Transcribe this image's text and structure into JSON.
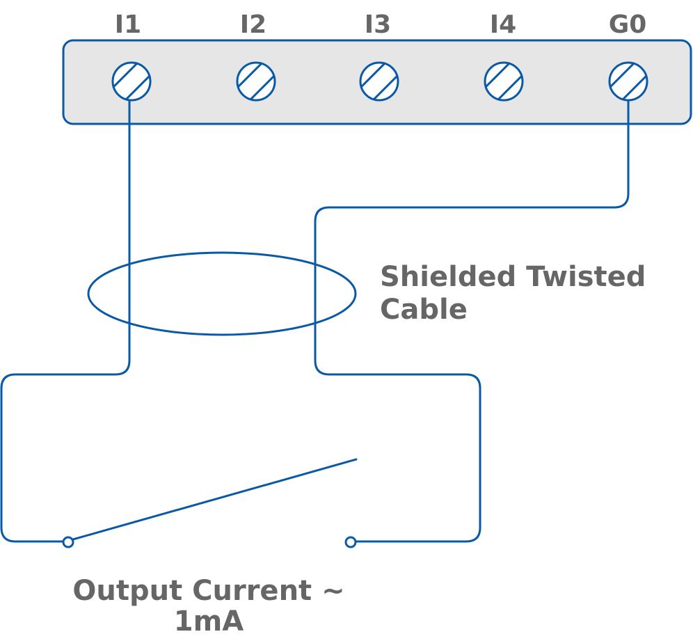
{
  "terminal_block": {
    "terminals": [
      {
        "label": "I1"
      },
      {
        "label": "I2"
      },
      {
        "label": "I3"
      },
      {
        "label": "I4"
      },
      {
        "label": "G0"
      }
    ]
  },
  "cable": {
    "label_line1": "Shielded Twisted",
    "label_line2": "Cable"
  },
  "switch": {
    "label_line1": "Output Current ~",
    "label_line2": "1mA"
  },
  "colors": {
    "wire": "#0a59a6",
    "block_fill": "#e6e6e6",
    "label_text": "#666666"
  }
}
